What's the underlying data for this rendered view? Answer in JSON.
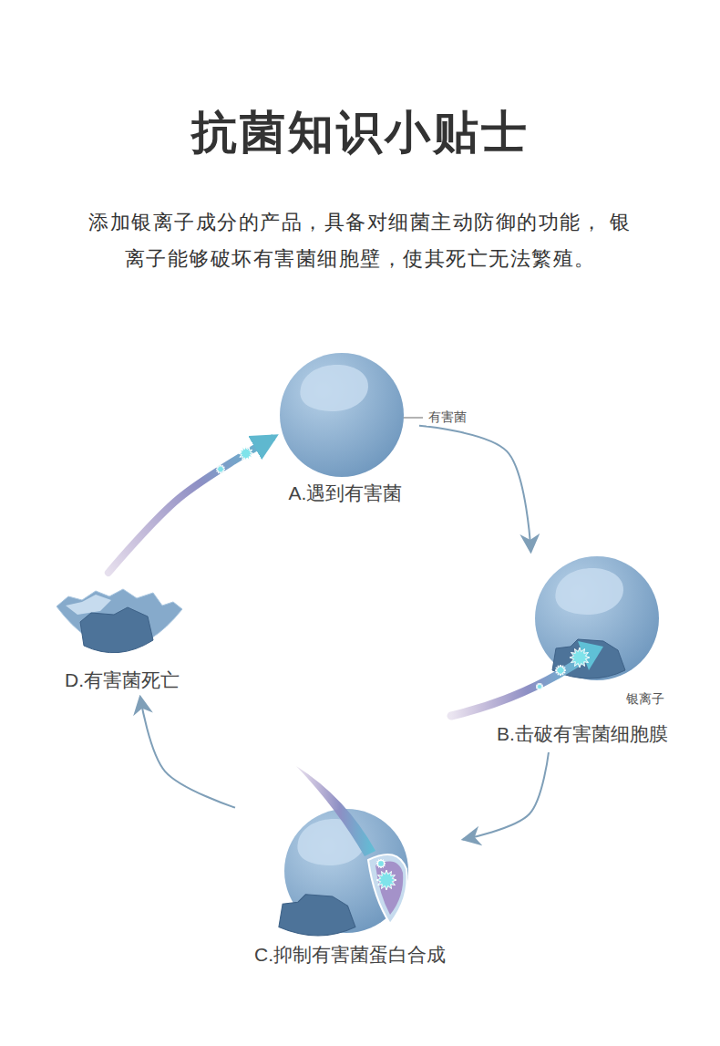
{
  "diagram": {
    "title": "抗菌知识小贴士",
    "caption": "添加银离子成分的产品，具备对细菌主动防御的功能， 银离子能够破坏有害菌细胞壁，使其死亡无法繁殖。",
    "nodes": [
      {
        "text": [
          "A.遇到有害菌"
        ]
      },
      {
        "text": [
          "B.击破有害菌细胞膜"
        ]
      },
      {
        "text": [
          "C.抑制有害菌蛋白合成"
        ]
      },
      {
        "text": [
          "D.有害菌死亡"
        ]
      }
    ],
    "edges": [
      {
        "from": 0,
        "to": 1,
        "arrow": "to"
      },
      {
        "from": 1,
        "to": 2,
        "arrow": "to"
      },
      {
        "from": 2,
        "to": 3,
        "arrow": "to"
      },
      {
        "from": 3,
        "to": 0,
        "arrow": "to"
      }
    ],
    "labels": [
      "有害菌",
      "银离子"
    ]
  }
}
